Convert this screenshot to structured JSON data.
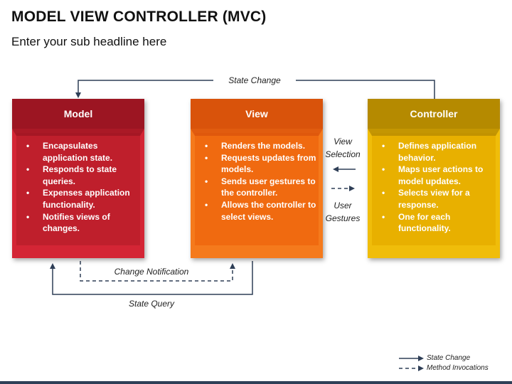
{
  "title": "MODEL VIEW CONTROLLER (MVC)",
  "subtitle": "Enter your sub headline here",
  "cards": [
    {
      "title": "Model",
      "colors": {
        "head": "#9c1522",
        "body": "#d42535",
        "inner": "#bf1f2c"
      },
      "items": [
        "Encapsulates application state.",
        "Responds to state queries.",
        "Expenses application functionality.",
        "Notifies views of changes."
      ]
    },
    {
      "title": "View",
      "colors": {
        "head": "#d9530b",
        "body": "#f57a1c",
        "inner": "#f06a10"
      },
      "items": [
        "Renders the models.",
        "Requests updates from models.",
        "Sends user gestures to the controller.",
        "Allows the controller to select views."
      ]
    },
    {
      "title": "Controller",
      "colors": {
        "head": "#b58a00",
        "body": "#f0bd0a",
        "inner": "#e8b000"
      },
      "items": [
        "Defines application behavior.",
        "Maps user actions to model updates.",
        "Selects view for a response.",
        "One for each functionality."
      ]
    }
  ],
  "connectors": {
    "state_change": "State Change",
    "change_notification": "Change Notification",
    "state_query": "State Query",
    "view_selection": "View Selection",
    "user_gestures": "User Gestures"
  },
  "legend": {
    "solid": "State Change",
    "dashed": "Method Invocations"
  }
}
